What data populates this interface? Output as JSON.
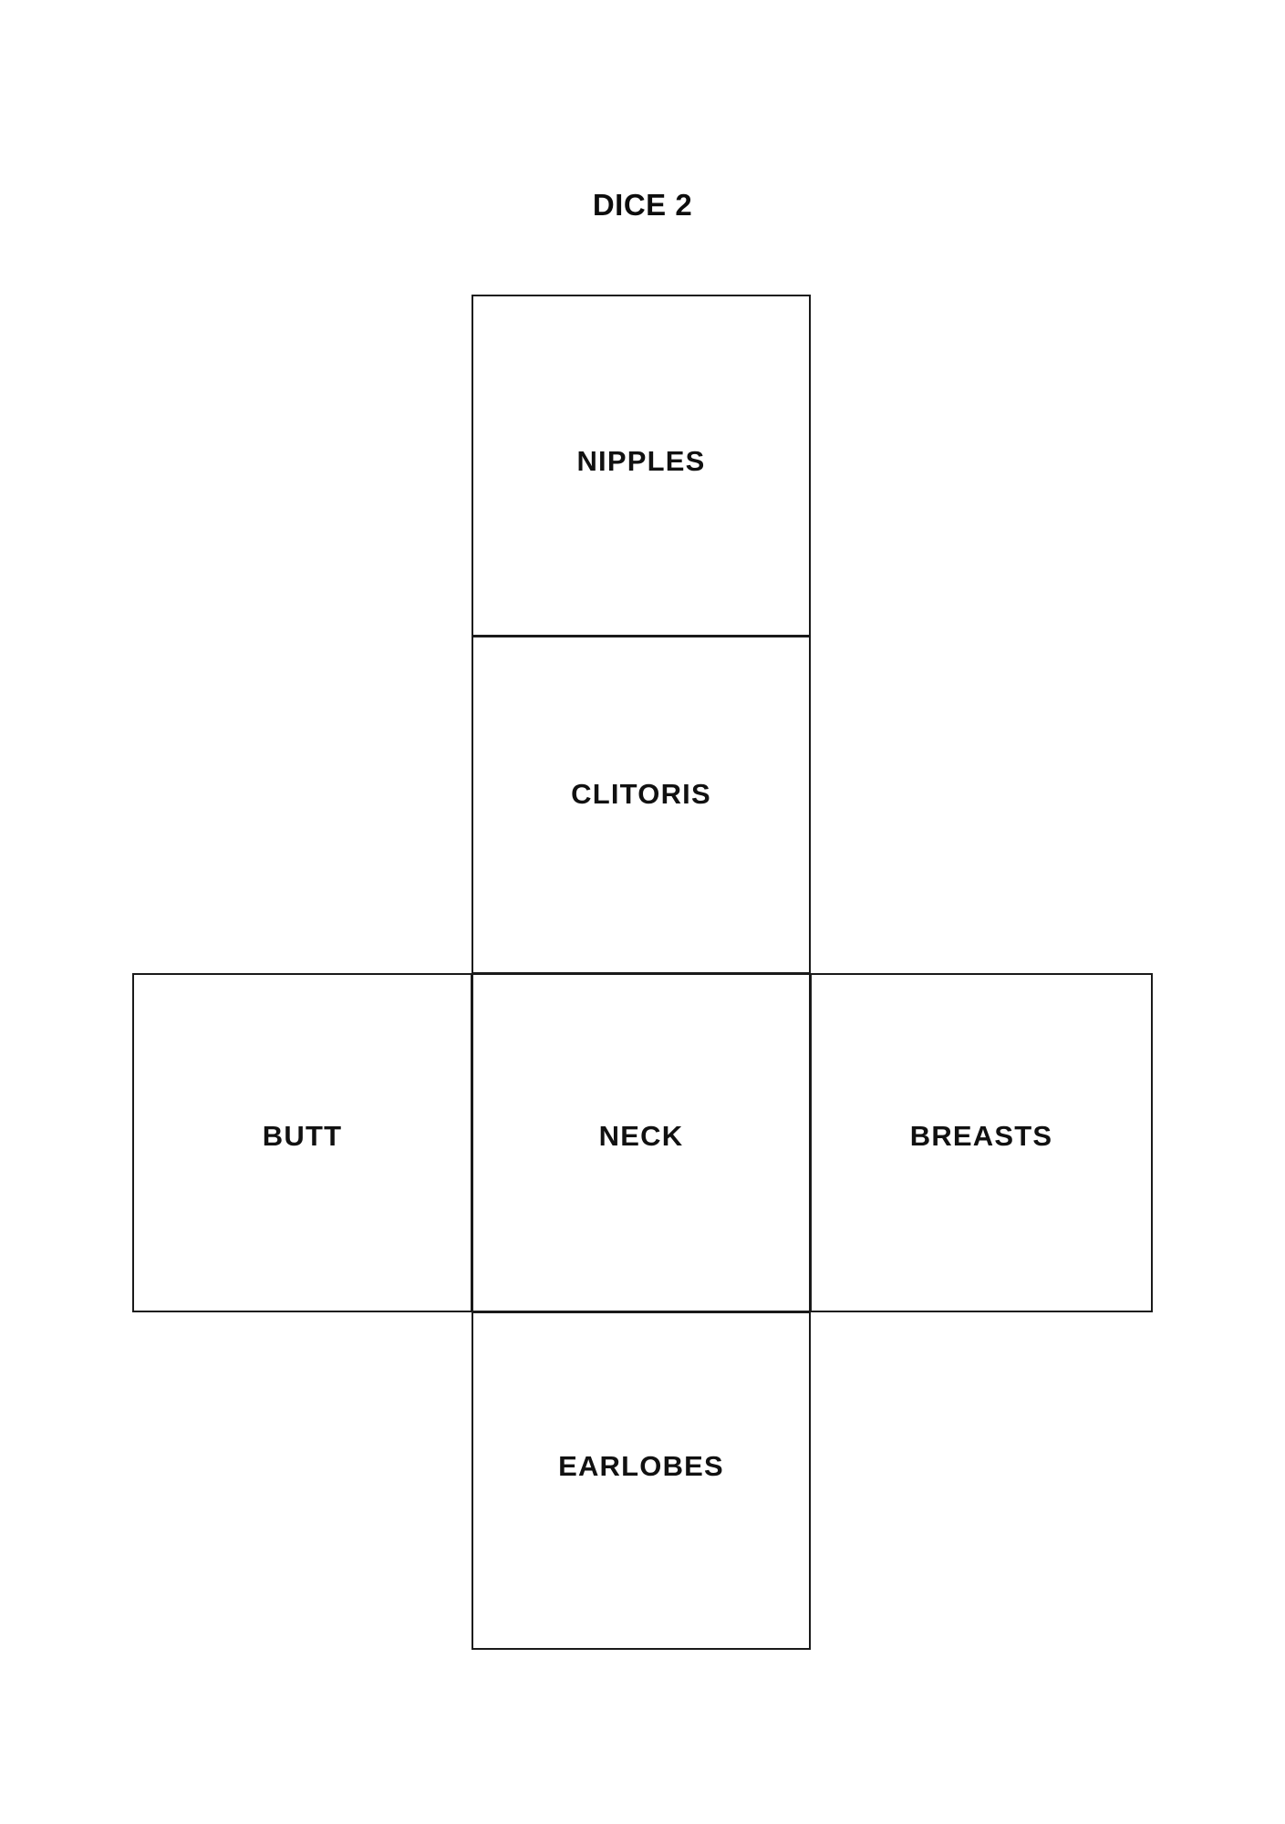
{
  "title": "DICE 2",
  "colors": {
    "background": "#ffffff",
    "stroke": "#1a1a1a",
    "text": "#111111"
  },
  "net": {
    "type": "cube-net-cross",
    "faces": [
      {
        "position": "top",
        "label": "NIPPLES"
      },
      {
        "position": "upper-middle",
        "label": "CLITORIS"
      },
      {
        "position": "left",
        "label": "BUTT"
      },
      {
        "position": "center",
        "label": "NECK"
      },
      {
        "position": "right",
        "label": "BREASTS"
      },
      {
        "position": "bottom",
        "label": "EARLOBES"
      }
    ]
  }
}
